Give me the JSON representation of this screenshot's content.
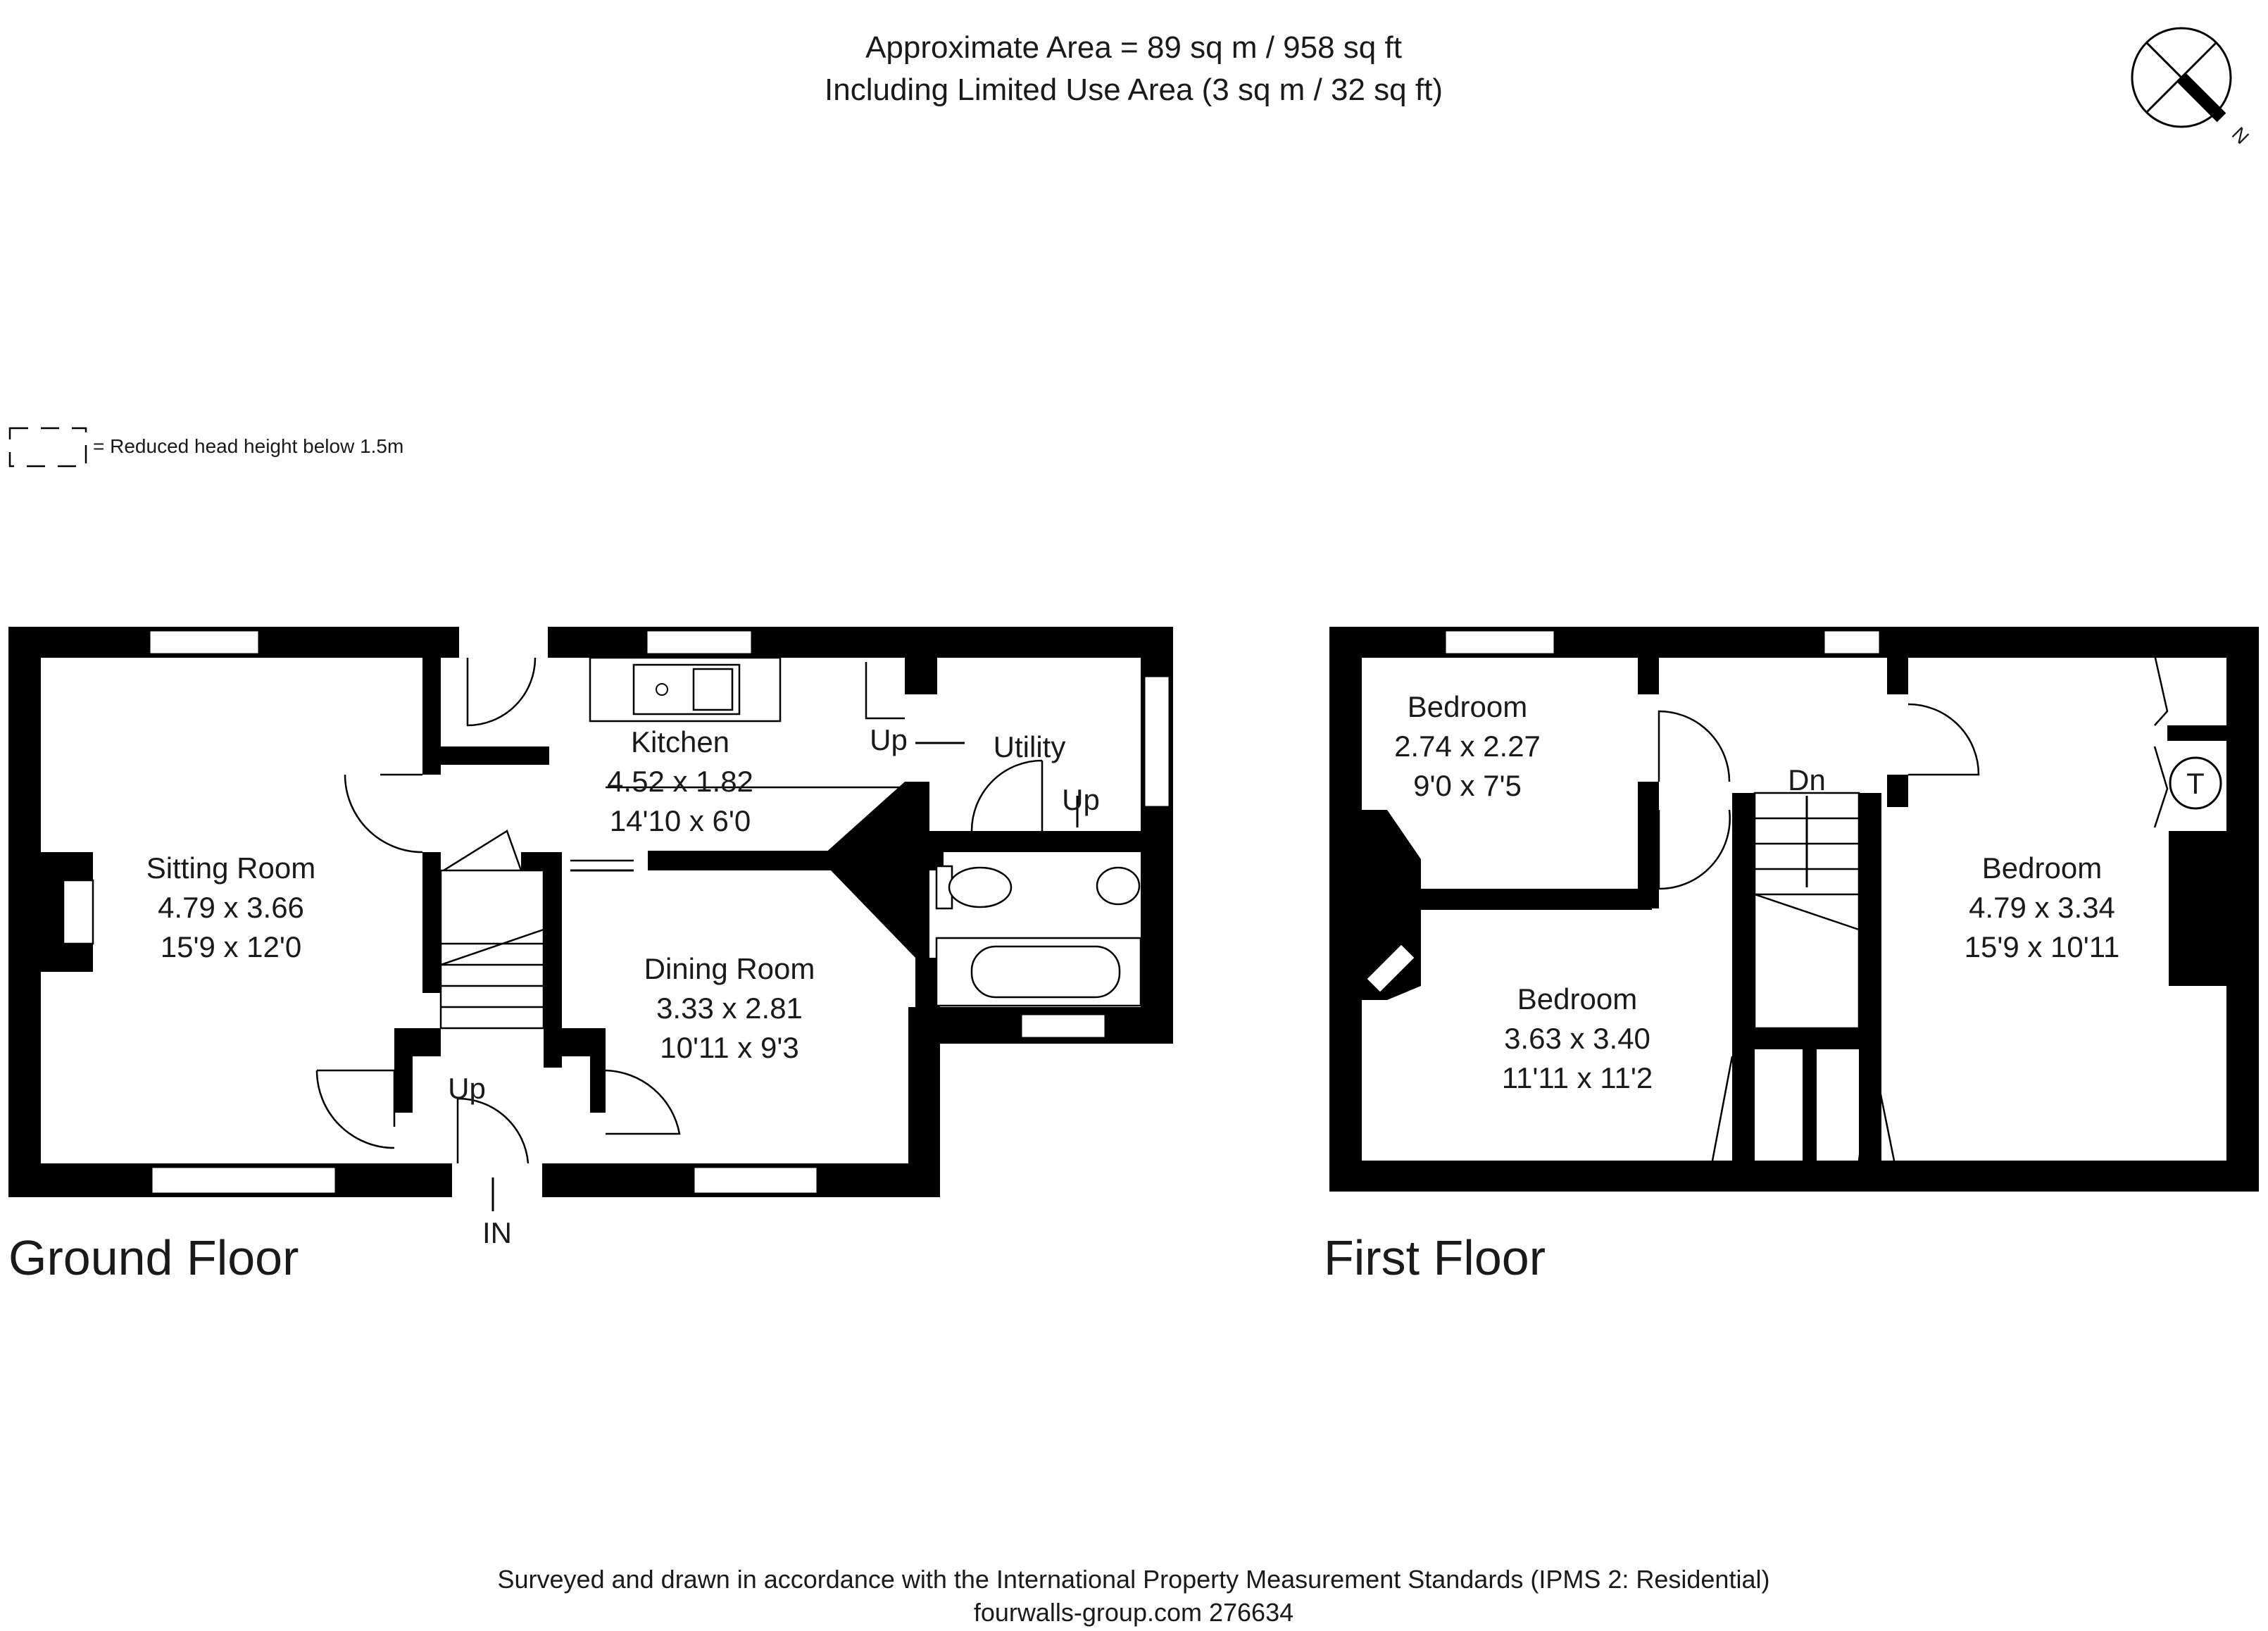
{
  "header": {
    "line1": "Approximate  Area = 89 sq m / 958 sq ft",
    "line2": "Including Limited Use Area (3 sq m / 32 sq ft)"
  },
  "legend": {
    "text": "= Reduced head height below 1.5m"
  },
  "compass": {
    "label": "N"
  },
  "ground_floor": {
    "title": "Ground Floor",
    "entrance": "IN",
    "stairs_up": "Up",
    "kitchen_up": "Up",
    "utility_up": "Up",
    "rooms": {
      "sitting": {
        "name": "Sitting Room",
        "metric": "4.79 x 3.66",
        "imperial": "15'9 x 12'0"
      },
      "kitchen": {
        "name": "Kitchen",
        "metric": "4.52 x 1.82",
        "imperial": "14'10 x 6'0"
      },
      "utility": {
        "name": "Utility"
      },
      "dining": {
        "name": "Dining Room",
        "metric": "3.33 x 2.81",
        "imperial": "10'11 x 9'3"
      }
    }
  },
  "first_floor": {
    "title": "First Floor",
    "stairs_down": "Dn",
    "tank_label": "T",
    "rooms": {
      "bedroom_small": {
        "name": "Bedroom",
        "metric": "2.74 x 2.27",
        "imperial": "9'0 x 7'5"
      },
      "bedroom_middle": {
        "name": "Bedroom",
        "metric": "3.63 x 3.40",
        "imperial": "11'11 x 11'2"
      },
      "bedroom_right": {
        "name": "Bedroom",
        "metric": "4.79 x 3.34",
        "imperial": "15'9 x 10'11"
      }
    }
  },
  "footer": {
    "line1": "Surveyed and drawn in accordance with the International Property Measurement Standards (IPMS 2: Residential)",
    "line2": "fourwalls-group.com 276634"
  }
}
